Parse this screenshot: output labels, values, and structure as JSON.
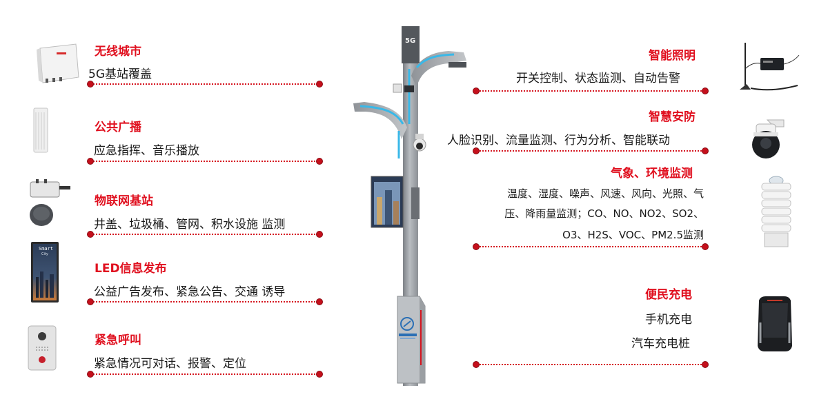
{
  "left": [
    {
      "title": "无线城市",
      "desc": "5G基站覆盖"
    },
    {
      "title": "公共广播",
      "desc": "应急指挥、音乐播放"
    },
    {
      "title": "物联网基站",
      "desc": "井盖、垃圾桶、管网、积水设施  监测"
    },
    {
      "title": "LED信息发布",
      "desc": "公益广告发布、紧急公告、交通  诱导"
    },
    {
      "title": "紧急呼叫",
      "desc": "紧急情况可对话、报警、定位"
    }
  ],
  "right": {
    "lighting": {
      "title": "智能照明",
      "desc": "开关控制、状态监测、自动告警"
    },
    "security": {
      "title": "智慧安防",
      "desc": "人脸识别、流量监测、行为分析、智能联动"
    },
    "weather": {
      "title": "气象、环境监测",
      "lines": [
        "温度、湿度、噪声、风速、风向、光照、气",
        "压、降雨量监测；CO、NO、NO2、SO2、",
        "O3、H2S、VOC、PM2.5监测"
      ]
    },
    "charging": {
      "title": "便民充电",
      "items": [
        "手机充电",
        "汽车充电桩"
      ]
    }
  },
  "pole": {
    "badge": "5G"
  },
  "led_screen": {
    "title": "Smart",
    "subtitle": "City"
  },
  "colors": {
    "accent": "#e0101f",
    "dotline": "#d5141f",
    "pole": "#9ea2a6"
  }
}
